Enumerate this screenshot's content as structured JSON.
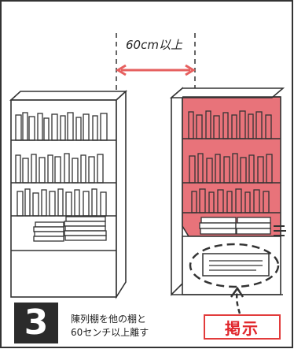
{
  "dimension": {
    "label": "60cm以上"
  },
  "step": {
    "number": "3",
    "caption_line1": "陳列棚を他の棚と",
    "caption_line2": "60センチ以上離す"
  },
  "notice": {
    "label": "掲示"
  },
  "colors": {
    "highlight_shelf": "#e8737a",
    "arrow": "#e6605f",
    "notice_border": "#e23b3b",
    "step_box": "#2b2b2b"
  }
}
